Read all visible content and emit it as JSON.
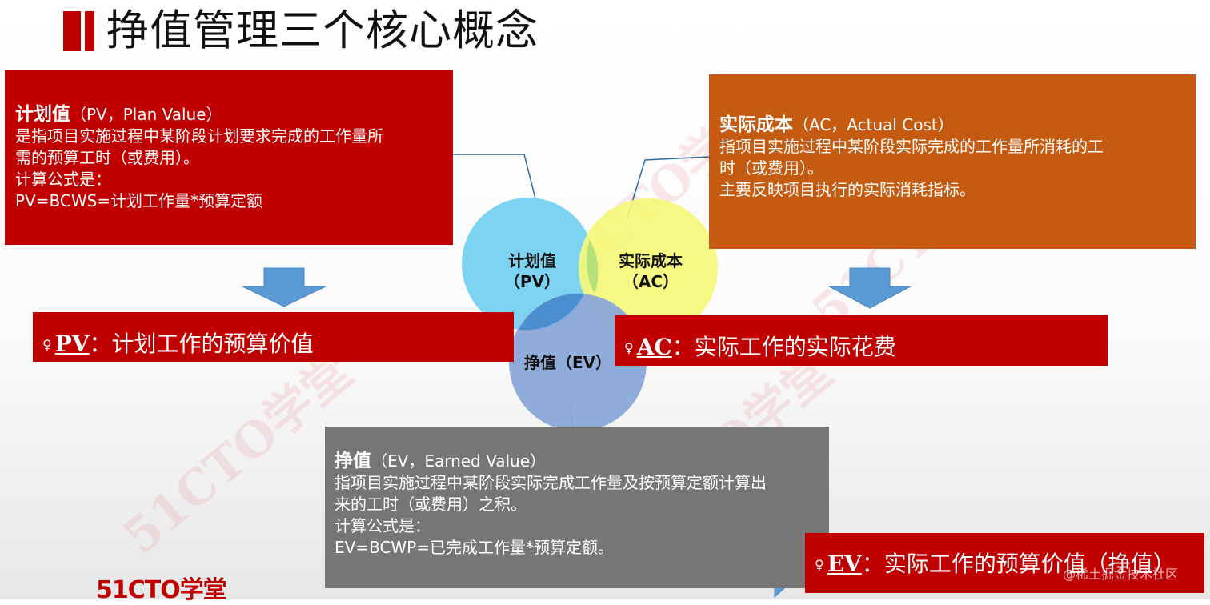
{
  "title": "挣值管理三个核心概念",
  "pv_box": {
    "term": "计划值",
    "term_sub": "（PV，Plan Value）",
    "lines": [
      "是指项目实施过程中某阶段计划要求完成的工作量所",
      "需的预算工时（或费用）。",
      "计算公式是：",
      "PV=BCWS=计划工作量*预算定额"
    ]
  },
  "ac_box": {
    "term": "实际成本",
    "term_sub": "（AC，Actual Cost）",
    "lines": [
      "指项目实施过程中某阶段实际完成的工作量所消耗的工",
      "时（或费用）。",
      "主要反映项目执行的实际消耗指标。"
    ]
  },
  "ev_box": {
    "term": "挣值",
    "term_sub": "（EV，Earned Value）",
    "lines": [
      "指项目实施过程中某阶段实际完成工作量及按预算定额计算出",
      "来的工时（或费用）之积。",
      "计算公式是：",
      "EV=BCWP=已完成工作量*预算定额。"
    ]
  },
  "banners": {
    "pv_key": "PV",
    "pv_text": "：计划工作的预算价值",
    "ac_key": "AC",
    "ac_text": "：实际工作的实际花费",
    "ev_key": "EV",
    "ev_text": "：实际工作的预算价值（挣值）",
    "glyph": "♀"
  },
  "venn": {
    "pv_line1": "计划值",
    "pv_line2": "（PV）",
    "ac_line1": "实际成本",
    "ac_line2": "（AC）",
    "ev_label": "挣值（EV）"
  },
  "colors": {
    "red": "#c00000",
    "orange": "#c55a11",
    "gray": "#767676",
    "circle_pv": "#7dd3f2",
    "circle_ac": "#f4f777",
    "circle_ev": "#8aa8d8",
    "arrow": "#5b9bd5"
  },
  "logo": "51CTO学堂",
  "watermark": "51CTO学堂",
  "credit": "@稀土掘金技术社区"
}
